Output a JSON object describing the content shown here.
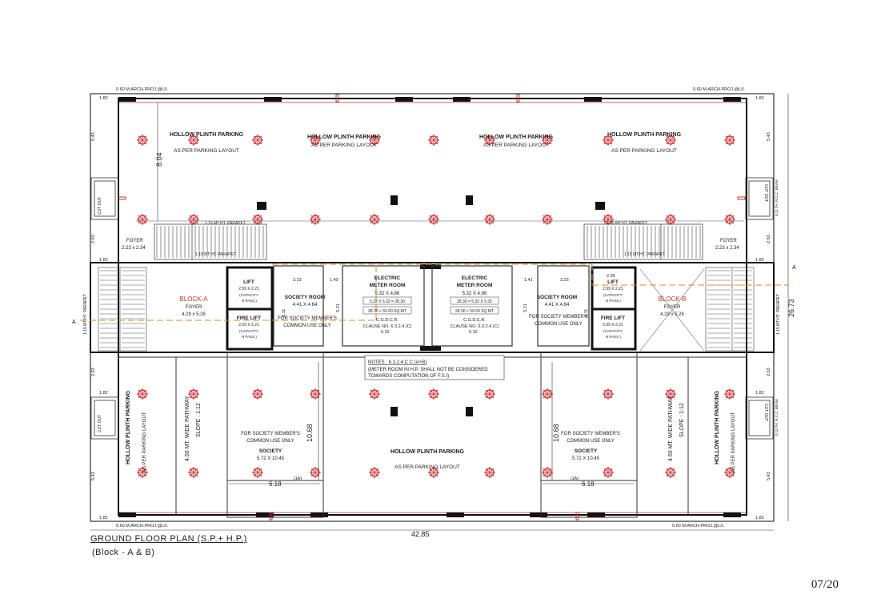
{
  "drawing": {
    "title": "GROUND FLOOR PLAN (S.P.+ H.P.)",
    "subtitle": "(Block - A & B)",
    "page": "07/20"
  },
  "dimensions": {
    "overall_width": "42.85",
    "overall_depth": "26.73",
    "depth_top": "8.04",
    "society_depth": "10.68",
    "society_width": "6.18",
    "edge_top": "1.82",
    "edge_543": "5.43",
    "edge_263": "2.63",
    "foyer_323": "3.23",
    "foyer_140": "1.40",
    "room_511": "5.11",
    "room_521": "5.21",
    "room_532": "5.32",
    "room_295": "2.95",
    "room_141": "1.41"
  },
  "lines": {
    "arch_proj_top_left": "0.60 M.ARCH.PROJ.@L/L",
    "arch_proj_top_right": "0.60 M.ARCH.PROJ.@L/L",
    "arch_proj_bottom_left": "0.60 M.ARCH.PROJ.@L/L",
    "arch_proj_bottom_right": "0.60 M.ARCH.PROJ.@L/L",
    "parapet_a": "1.15 MT.HT. PARAPET",
    "parapet_b": "1.15 MT.HT. PARAPET",
    "parapet_side": "1.15 MT.HT. PARAPET",
    "cutout": "CUT OUT",
    "rcc_beam": "0.11 TH. R.C.C. BEAM",
    "section_a": "A"
  },
  "rooms": {
    "hollow_plinth_1": {
      "name": "HOLLOW PLINTH PARKING",
      "note": "AS PER PARKING LAYOUT"
    },
    "hollow_plinth_2": {
      "name": "HOLLOW PLINTH PARKING",
      "note": "AS PER PARKING LAYOUT"
    },
    "hollow_plinth_3": {
      "name": "HOLLOW PLINTH PARKING",
      "note": "AS PER PARKING LAYOUT"
    },
    "hollow_plinth_4": {
      "name": "HOLLOW PLINTH PARKING",
      "note": "AS PER PARKING LAYOUT"
    },
    "hollow_plinth_center": {
      "name": "HOLLOW PLINTH PARKING",
      "note": "AS PER PARKING LAYOUT"
    },
    "foyer_left": {
      "name": "FOYER",
      "size": "2.23 x 2.34"
    },
    "foyer_right": {
      "name": "FOYER",
      "size": "2.23 x 2.34"
    },
    "block_a": {
      "name": "BLOCK-A",
      "sub": "FOYER",
      "size": "4.29 x 5.26"
    },
    "block_b": {
      "name": "BLOCK-B",
      "sub": "FOYER",
      "size": "4.29 x 5.26"
    },
    "lift_a": {
      "name": "LIFT",
      "size": "2.59 X 2.21",
      "cap": "(CAPACITY",
      "pass": "-8 PASS.)"
    },
    "lift_b": {
      "name": "LIFT",
      "size": "2.59 X 2.21",
      "cap": "(CAPACITY",
      "pass": "-8 PASS.)"
    },
    "fire_lift_a": {
      "name": "FIRE LIFT",
      "size": "2.59 X 2.21",
      "cap": "(CAPACITY",
      "pass": "-8 PASS.)"
    },
    "fire_lift_b": {
      "name": "FIRE LIFT",
      "size": "2.59 X 2.21",
      "cap": "(CAPACITY",
      "pass": "-8 PASS.)"
    },
    "society_room_a": {
      "name": "SOCIETY ROOM",
      "size": "4.41 X 4.64",
      "use1": "FOR SOCIETY MEMBER'S",
      "use2": "COMMON USE ONLY"
    },
    "society_room_b": {
      "name": "SOCIETY ROOM",
      "size": "4.41 X 4.64",
      "use1": "FOR SOCIETY MEMBER'S",
      "use2": "COMMON USE ONLY"
    },
    "meter_a": {
      "name1": "ELECTRIC",
      "name2": "METER ROOM",
      "size": "5.32 X 4.86",
      "calc": "5.32  X  5.32  = 28.30",
      "limit": "28.30 < 50.00 SQ.MT",
      "rule": "C.G.D.C.R.",
      "clause": "CLAUSE NO. 6.3.2.4 (C)"
    },
    "meter_b": {
      "name1": "ELECTRIC",
      "name2": "METER ROOM",
      "size": "5.32 X 4.86",
      "calc": "28.30 =  5.32  X  5.32",
      "limit": "28.30 < 50.00 SQ.MT",
      "rule": "C.G.D.C.R.",
      "clause": "CLAUSE NO. 6.3.2.4 (C)"
    },
    "society_a": {
      "use1": "FOR SOCIETY MEMBER'S",
      "use2": "COMMON USE ONLY",
      "name": "SOCIETY",
      "size": "5.72 X 10.45",
      "tag": "(1A)"
    },
    "society_b": {
      "use1": "FOR SOCIETY MEMBER'S",
      "use2": "COMMON USE ONLY",
      "name": "SOCIETY",
      "size": "5.72 X 10.45",
      "tag": "(1A)"
    },
    "pathway_a": {
      "line1": "4.50 MT. WIDE PATHWAY",
      "line2": "SLOPE : 1:12"
    },
    "pathway_b": {
      "line1": "4.50 MT. WIDE PATHWAY",
      "line2": "SLOPE : 1:12"
    }
  },
  "notes": {
    "head": "NOTES : 6.3.2.4 C C (A+B)",
    "line1": "(METER ROOM IN H.P. SHALL NOT BE CONSIDERED",
    "line2": "TOWARDS COMPUTATION OF F.S.I)"
  }
}
